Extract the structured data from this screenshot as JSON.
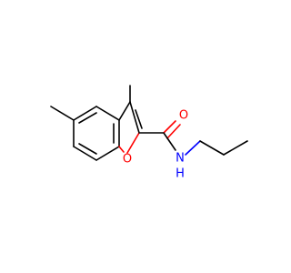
{
  "molecule": {
    "atoms": {
      "carbonyl_oxygen": "O",
      "ring_oxygen": "O",
      "amide_nitrogen": "N",
      "amide_hydrogen": "H"
    },
    "colors": {
      "bond": "#000000",
      "oxygen": "#ff0000",
      "nitrogen": "#0000ff",
      "background": "#ffffff"
    }
  }
}
